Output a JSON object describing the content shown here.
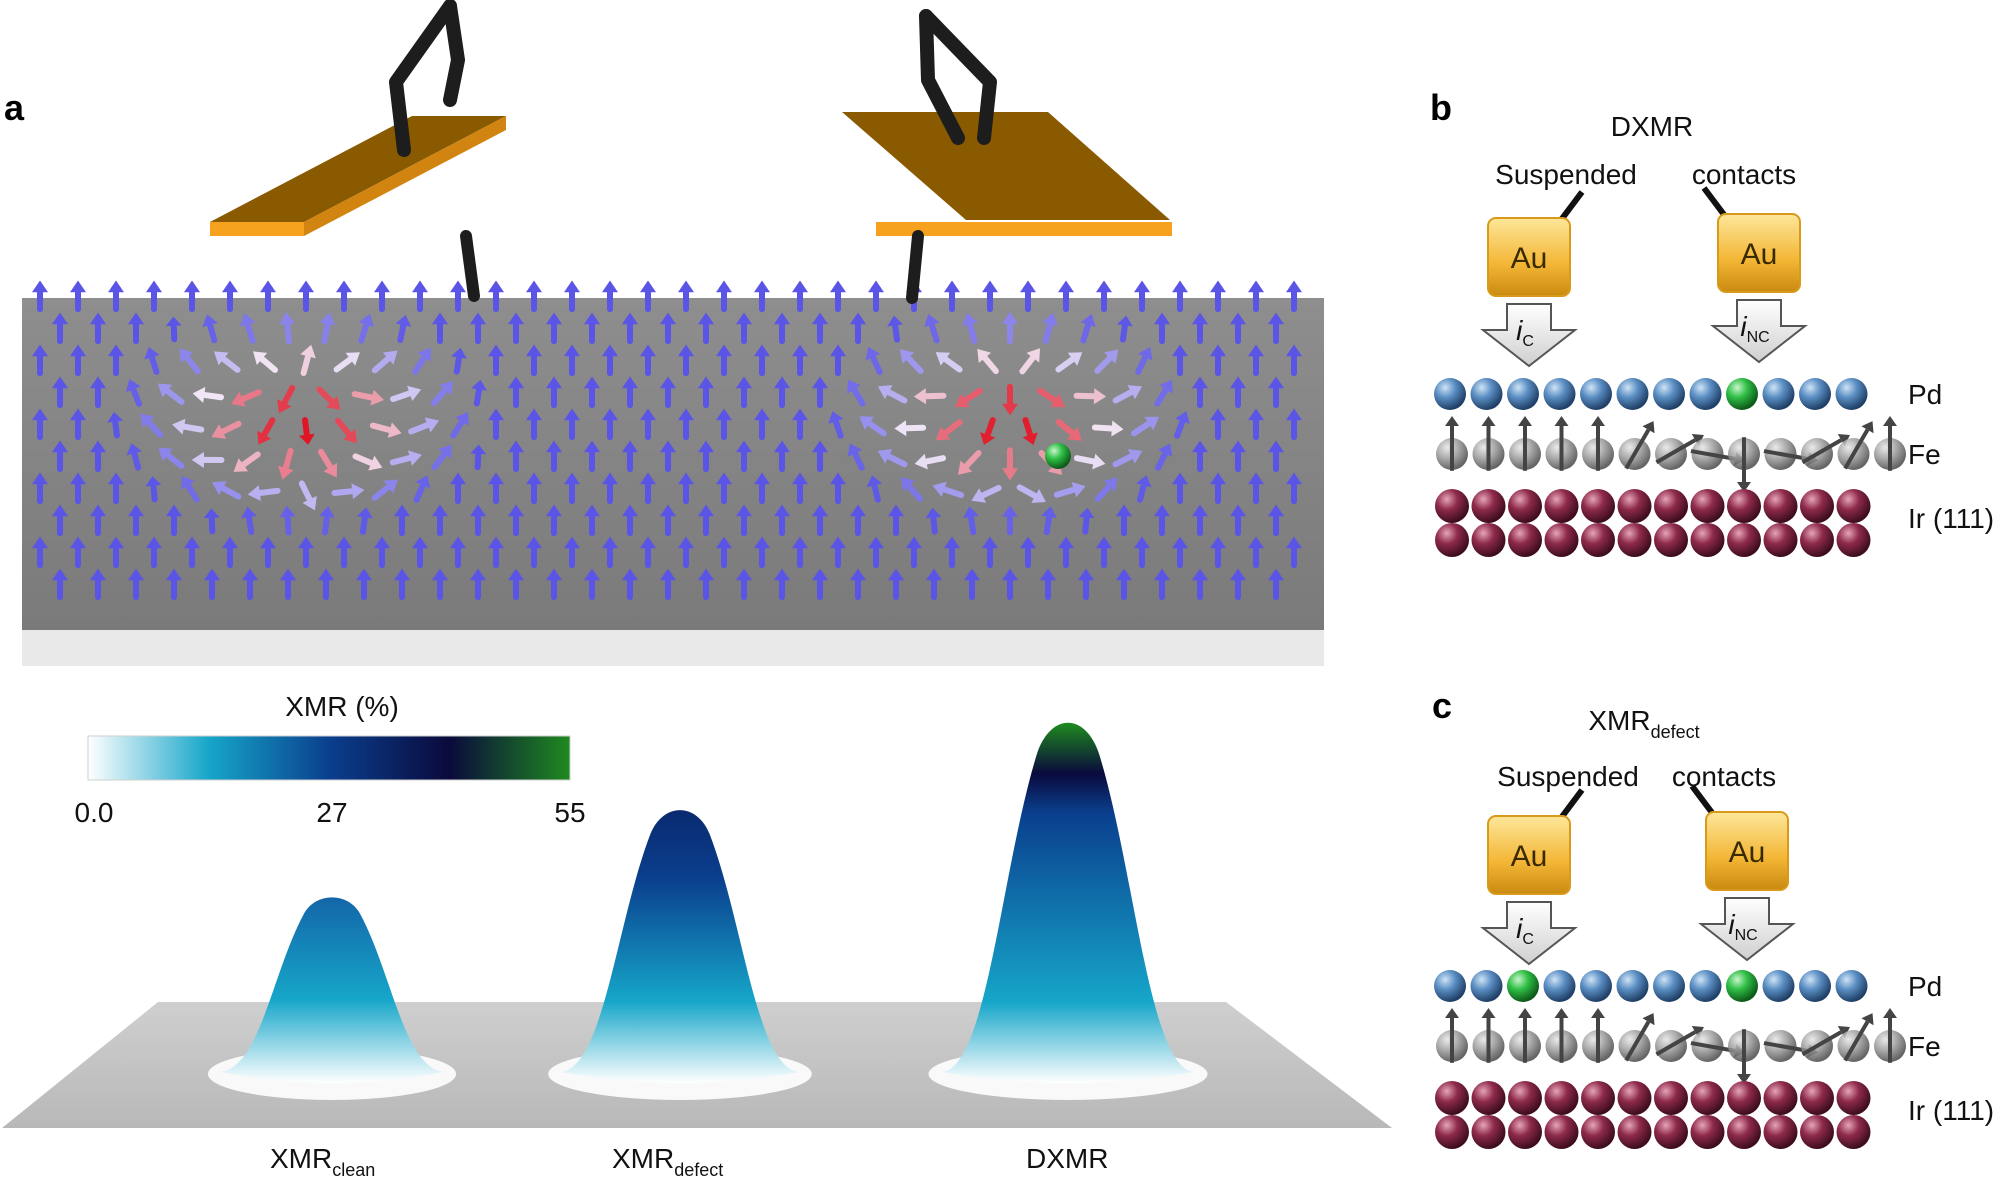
{
  "panels": {
    "a": {
      "label": "a",
      "colorbar": {
        "title": "XMR (%)",
        "ticks": [
          "0.0",
          "27",
          "55"
        ],
        "stops": [
          "#ffffff",
          "#16a6c9",
          "#0a3f8e",
          "#0a0a3c",
          "#1f8a1f"
        ]
      },
      "peaks": [
        {
          "main": "XMR",
          "sub": "clean",
          "level": 0.5
        },
        {
          "main": "XMR",
          "sub": "defect",
          "level": 0.75
        },
        {
          "main": "DXMR",
          "sub": "",
          "level": 1.0
        }
      ]
    },
    "b": {
      "label": "b",
      "title_main": "DXMR",
      "title_sub": "",
      "suspended": "Suspended",
      "contacts": "contacts",
      "au": "Au",
      "current_c_main": "i",
      "current_c_sub": "C",
      "current_nc_main": "i",
      "current_nc_sub": "NC",
      "layers": {
        "pd": "Pd",
        "fe": "Fe",
        "ir": "Ir",
        "ir_face": "(111)"
      }
    },
    "c": {
      "label": "c",
      "title_main": "XMR",
      "title_sub": "defect",
      "suspended": "Suspended",
      "contacts": "contacts",
      "au": "Au",
      "current_c_main": "i",
      "current_c_sub": "C",
      "current_nc_main": "i",
      "current_nc_sub": "NC",
      "layers": {
        "pd": "Pd",
        "fe": "Fe",
        "ir": "Ir",
        "ir_face": "(111)"
      }
    }
  },
  "colors": {
    "surface": "#8a8a8a",
    "surface_edge": "#e8e8e8",
    "spin_up": "#5a55e6",
    "spin_down": "#e01020",
    "gold_top": "#b87a1a",
    "gold_edge": "#f6a21e",
    "pd_atom": "#5b8fc4",
    "defect_atom": "#2fbf45",
    "fe_atom": "#8c8c8c",
    "ir_atom": "#8e2a4a",
    "au_block": "#f3b534"
  }
}
